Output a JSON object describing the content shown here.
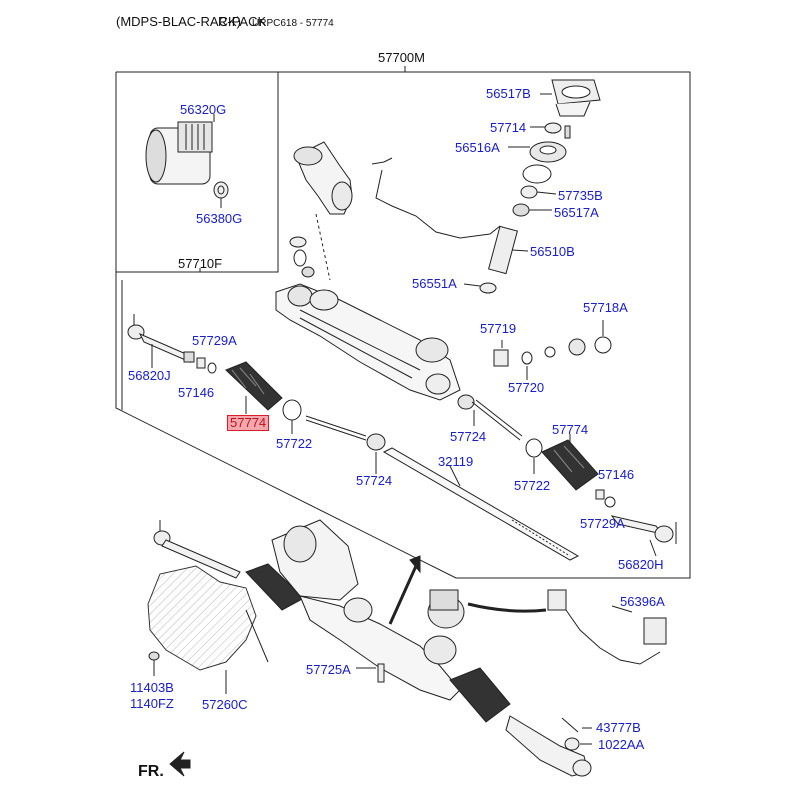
{
  "header": {
    "title": "(MDPS-BLAC-RACK)",
    "overlap_text": "R-PACK",
    "ref_text": "URPC618 - 57774"
  },
  "colors": {
    "label": "#1a20c8",
    "highlight_fill": "#f2a8ad",
    "highlight_border": "#d81e2a",
    "highlight_text": "#c1121f",
    "line": "#222222"
  },
  "labels": {
    "p57700M": "57700M",
    "p56320G": "56320G",
    "p56380G": "56380G",
    "p57710F": "57710F",
    "p56517B": "56517B",
    "p57714": "57714",
    "p56516A": "56516A",
    "p57735B": "57735B",
    "p56517A": "56517A",
    "p56510B": "56510B",
    "p56551A": "56551A",
    "p57718A": "57718A",
    "p57719": "57719",
    "p57720": "57720",
    "p57729A_l": "57729A",
    "p56820J": "56820J",
    "p57146_l": "57146",
    "p57774_l": "57774",
    "p57722_l": "57722",
    "p57724_l": "57724",
    "p57724_r": "57724",
    "p32119": "32119",
    "p57774_r": "57774",
    "p57722_r": "57722",
    "p57146_r": "57146",
    "p57729A_r": "57729A",
    "p56820H": "56820H",
    "p56396A": "56396A",
    "p57725A": "57725A",
    "p11403B": "11403B",
    "p1140FZ": "1140FZ",
    "p57260C": "57260C",
    "p43777B": "43777B",
    "p1022AA": "1022AA"
  },
  "direction_label": "FR."
}
